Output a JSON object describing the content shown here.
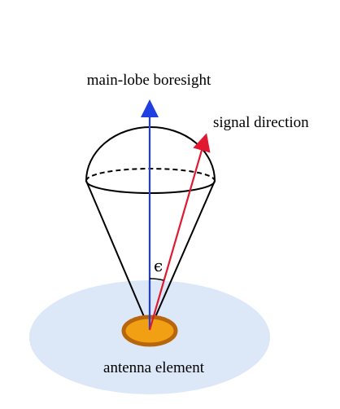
{
  "labels": {
    "boresight": "main-lobe boresight",
    "signal": "signal direction",
    "angle": "ϵ",
    "antenna": "antenna element"
  },
  "colors": {
    "ground_plane": "#dce8f8",
    "antenna_fill": "#f2a013",
    "antenna_outline": "#b8660c",
    "boresight_arrow": "#1f3fe0",
    "signal_arrow": "#e01830",
    "outline": "#000000"
  }
}
